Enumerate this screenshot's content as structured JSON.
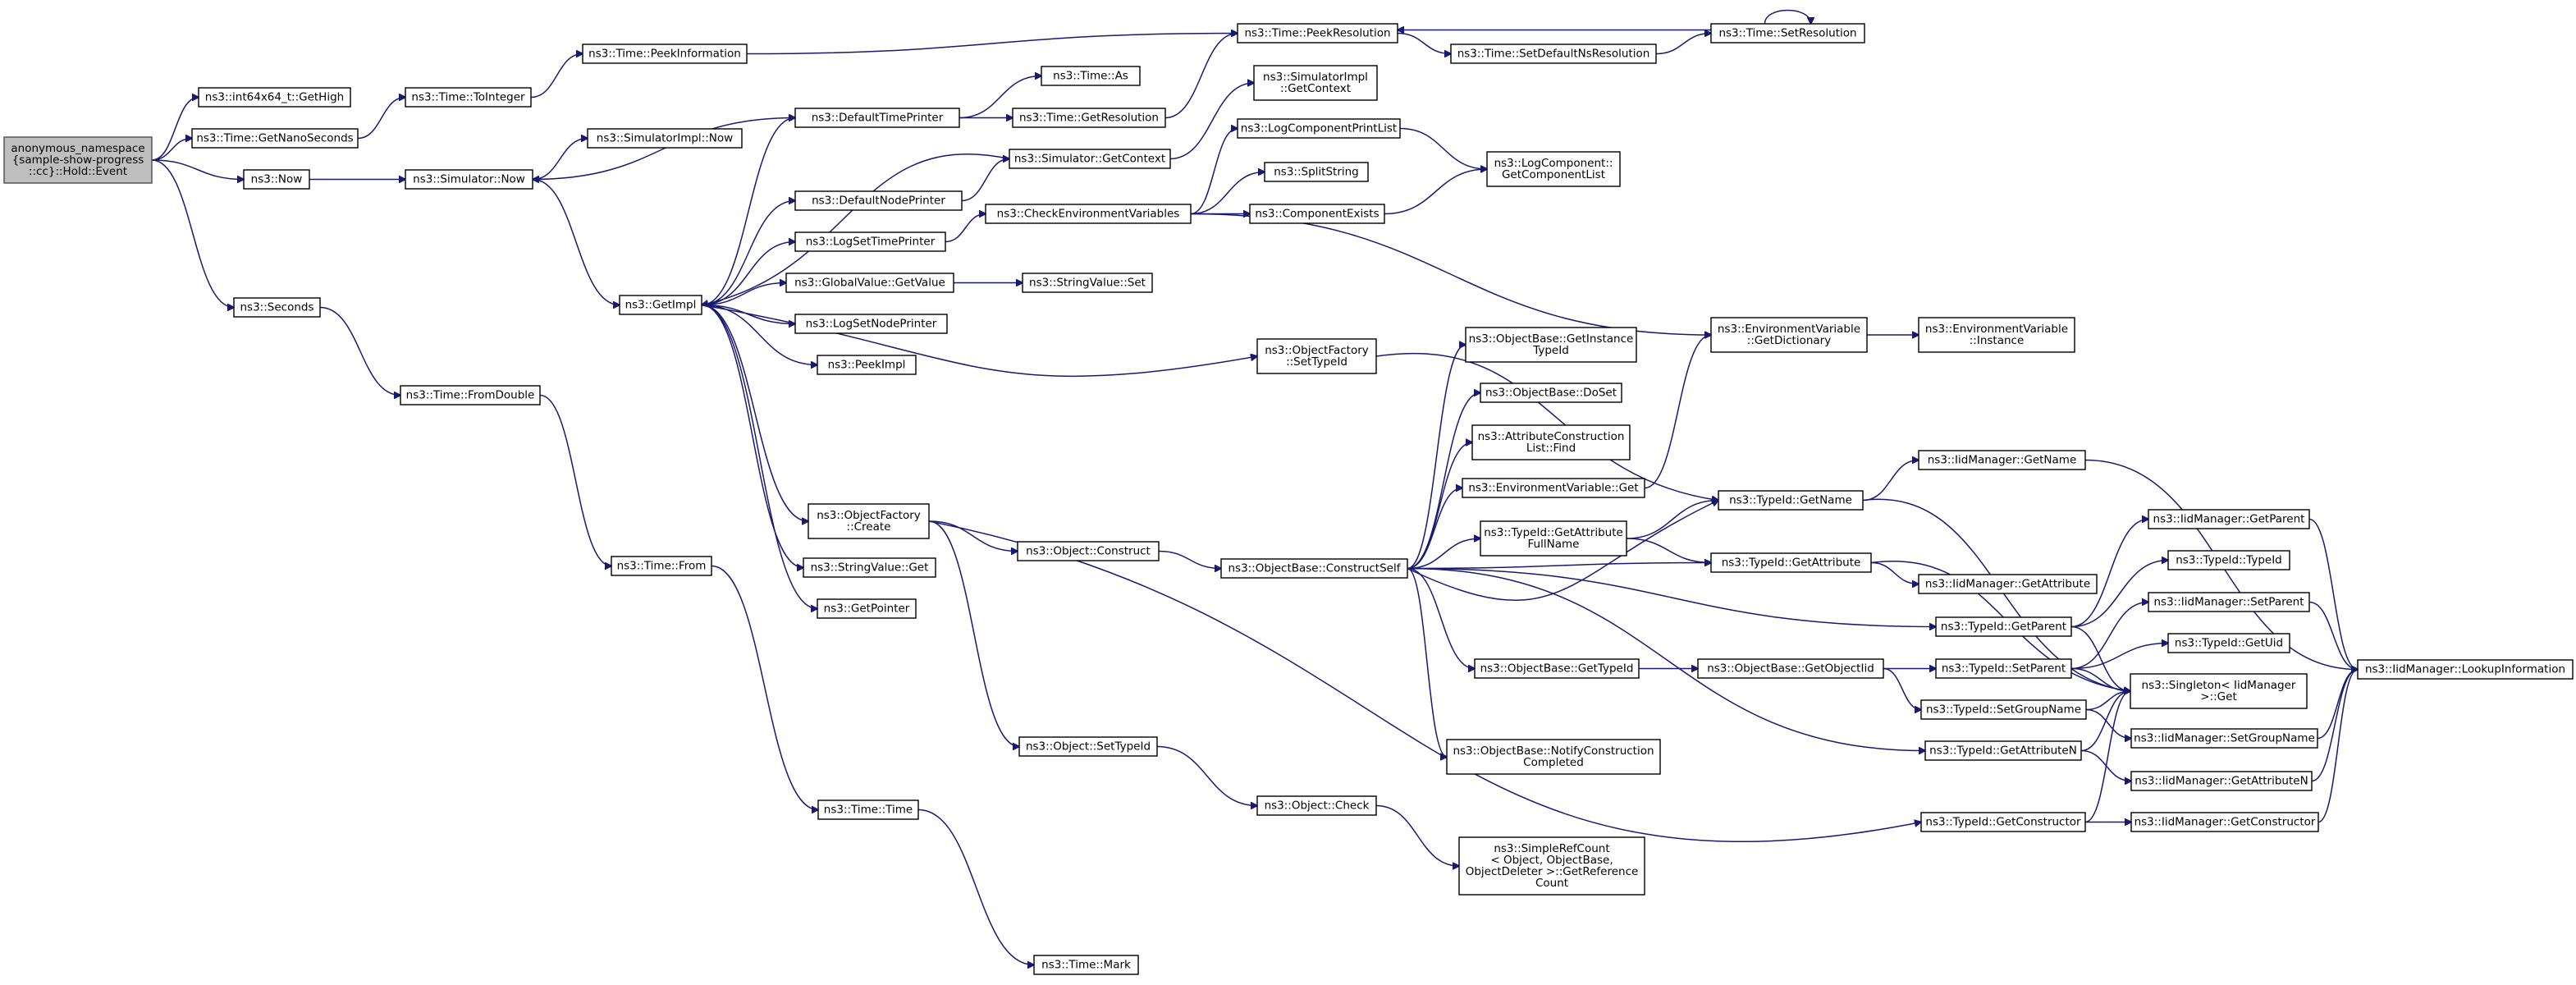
{
  "graph": {
    "edge_color": "#191970",
    "root_fill": "#bfbfbf",
    "nodes": [
      {
        "id": "root",
        "lines": [
          "anonymous_namespace",
          "{sample-show-progress",
          "::cc}::Hold::Event"
        ]
      },
      {
        "id": "getHigh",
        "lines": [
          "ns3::int64x64_t::GetHigh"
        ]
      },
      {
        "id": "getNanoSeconds",
        "lines": [
          "ns3::Time::GetNanoSeconds"
        ]
      },
      {
        "id": "now",
        "lines": [
          "ns3::Now"
        ]
      },
      {
        "id": "seconds",
        "lines": [
          "ns3::Seconds"
        ]
      },
      {
        "id": "toInteger",
        "lines": [
          "ns3::Time::ToInteger"
        ]
      },
      {
        "id": "peekInformation",
        "lines": [
          "ns3::Time::PeekInformation"
        ]
      },
      {
        "id": "peekResolution",
        "lines": [
          "ns3::Time::PeekResolution"
        ]
      },
      {
        "id": "setResolution",
        "lines": [
          "ns3::Time::SetResolution"
        ]
      },
      {
        "id": "setDefaultNsResolution",
        "lines": [
          "ns3::Time::SetDefaultNsResolution"
        ]
      },
      {
        "id": "simulatorNow",
        "lines": [
          "ns3::Simulator::Now"
        ]
      },
      {
        "id": "simulatorImplNow",
        "lines": [
          "ns3::SimulatorImpl::Now"
        ]
      },
      {
        "id": "getImpl",
        "lines": [
          "ns3::GetImpl"
        ]
      },
      {
        "id": "fromDouble",
        "lines": [
          "ns3::Time::FromDouble"
        ]
      },
      {
        "id": "timeFrom",
        "lines": [
          "ns3::Time::From"
        ]
      },
      {
        "id": "timeTime",
        "lines": [
          "ns3::Time::Time"
        ]
      },
      {
        "id": "timeMark",
        "lines": [
          "ns3::Time::Mark"
        ]
      },
      {
        "id": "defaultTimePrinter",
        "lines": [
          "ns3::DefaultTimePrinter"
        ]
      },
      {
        "id": "defaultNodePrinter",
        "lines": [
          "ns3::DefaultNodePrinter"
        ]
      },
      {
        "id": "logSetTimePrinter",
        "lines": [
          "ns3::LogSetTimePrinter"
        ]
      },
      {
        "id": "globalValueGetValue",
        "lines": [
          "ns3::GlobalValue::GetValue"
        ]
      },
      {
        "id": "logSetNodePrinter",
        "lines": [
          "ns3::LogSetNodePrinter"
        ]
      },
      {
        "id": "peekImpl",
        "lines": [
          "ns3::PeekImpl"
        ]
      },
      {
        "id": "objectFactoryCreate",
        "lines": [
          "ns3::ObjectFactory",
          "::Create"
        ]
      },
      {
        "id": "stringValueGet",
        "lines": [
          "ns3::StringValue::Get"
        ]
      },
      {
        "id": "getPointer",
        "lines": [
          "ns3::GetPointer"
        ]
      },
      {
        "id": "timeAs",
        "lines": [
          "ns3::Time::As"
        ]
      },
      {
        "id": "getResolution",
        "lines": [
          "ns3::Time::GetResolution"
        ]
      },
      {
        "id": "simulatorImplGetContext",
        "lines": [
          "ns3::SimulatorImpl",
          "::GetContext"
        ]
      },
      {
        "id": "simulatorGetContext",
        "lines": [
          "ns3::Simulator::GetContext"
        ]
      },
      {
        "id": "checkEnvVars",
        "lines": [
          "ns3::CheckEnvironmentVariables"
        ]
      },
      {
        "id": "stringValueSet",
        "lines": [
          "ns3::StringValue::Set"
        ]
      },
      {
        "id": "objectFactorySetTypeId",
        "lines": [
          "ns3::ObjectFactory",
          "::SetTypeId"
        ]
      },
      {
        "id": "objectConstruct",
        "lines": [
          "ns3::Object::Construct"
        ]
      },
      {
        "id": "objectSetTypeId",
        "lines": [
          "ns3::Object::SetTypeId"
        ]
      },
      {
        "id": "objectCheck",
        "lines": [
          "ns3::Object::Check"
        ]
      },
      {
        "id": "logComponentPrintList",
        "lines": [
          "ns3::LogComponentPrintList"
        ]
      },
      {
        "id": "splitString",
        "lines": [
          "ns3::SplitString"
        ]
      },
      {
        "id": "componentExists",
        "lines": [
          "ns3::ComponentExists"
        ]
      },
      {
        "id": "getComponentList",
        "lines": [
          "ns3::LogComponent::",
          "GetComponentList"
        ]
      },
      {
        "id": "objectBaseConstructSelf",
        "lines": [
          "ns3::ObjectBase::ConstructSelf"
        ]
      },
      {
        "id": "getInstanceTypeId",
        "lines": [
          "ns3::ObjectBase::GetInstance",
          "TypeId"
        ]
      },
      {
        "id": "doSet",
        "lines": [
          "ns3::ObjectBase::DoSet"
        ]
      },
      {
        "id": "attrConstructionListFind",
        "lines": [
          "ns3::AttributeConstruction",
          "List::Find"
        ]
      },
      {
        "id": "envVarGet",
        "lines": [
          "ns3::EnvironmentVariable::Get"
        ]
      },
      {
        "id": "getAttributeFullName",
        "lines": [
          "ns3::TypeId::GetAttribute",
          "FullName"
        ]
      },
      {
        "id": "objectBaseGetTypeId",
        "lines": [
          "ns3::ObjectBase::GetTypeId"
        ]
      },
      {
        "id": "notifyConstructionCompleted",
        "lines": [
          "ns3::ObjectBase::NotifyConstruction",
          "Completed"
        ]
      },
      {
        "id": "simpleRefCount",
        "lines": [
          "ns3::SimpleRefCount",
          "< Object, ObjectBase,",
          "ObjectDeleter >::GetReference",
          "Count"
        ]
      },
      {
        "id": "envVarGetDictionary",
        "lines": [
          "ns3::EnvironmentVariable",
          "::GetDictionary"
        ]
      },
      {
        "id": "envVarInstance",
        "lines": [
          "ns3::EnvironmentVariable",
          "::Instance"
        ]
      },
      {
        "id": "typeIdGetName",
        "lines": [
          "ns3::TypeId::GetName"
        ]
      },
      {
        "id": "typeIdGetAttribute",
        "lines": [
          "ns3::TypeId::GetAttribute"
        ]
      },
      {
        "id": "objectBaseGetObjectIid",
        "lines": [
          "ns3::ObjectBase::GetObjectIid"
        ]
      },
      {
        "id": "typeIdGetParent",
        "lines": [
          "ns3::TypeId::GetParent"
        ]
      },
      {
        "id": "typeIdSetParent",
        "lines": [
          "ns3::TypeId::SetParent"
        ]
      },
      {
        "id": "typeIdSetGroupName",
        "lines": [
          "ns3::TypeId::SetGroupName"
        ]
      },
      {
        "id": "typeIdGetAttributeN",
        "lines": [
          "ns3::TypeId::GetAttributeN"
        ]
      },
      {
        "id": "typeIdGetConstructor",
        "lines": [
          "ns3::TypeId::GetConstructor"
        ]
      },
      {
        "id": "iidGetName",
        "lines": [
          "ns3::IidManager::GetName"
        ]
      },
      {
        "id": "iidGetAttribute",
        "lines": [
          "ns3::IidManager::GetAttribute"
        ]
      },
      {
        "id": "iidGetParent",
        "lines": [
          "ns3::IidManager::GetParent"
        ]
      },
      {
        "id": "typeIdTypeId",
        "lines": [
          "ns3::TypeId::TypeId"
        ]
      },
      {
        "id": "iidSetParent",
        "lines": [
          "ns3::IidManager::SetParent"
        ]
      },
      {
        "id": "typeIdGetUid",
        "lines": [
          "ns3::TypeId::GetUid"
        ]
      },
      {
        "id": "singletonGet",
        "lines": [
          "ns3::Singleton< IidManager",
          " >::Get"
        ]
      },
      {
        "id": "iidSetGroupName",
        "lines": [
          "ns3::IidManager::SetGroupName"
        ]
      },
      {
        "id": "iidGetAttributeN",
        "lines": [
          "ns3::IidManager::GetAttributeN"
        ]
      },
      {
        "id": "iidGetConstructor",
        "lines": [
          "ns3::IidManager::GetConstructor"
        ]
      },
      {
        "id": "iidLookupInformation",
        "lines": [
          "ns3::IidManager::LookupInformation"
        ]
      }
    ]
  }
}
